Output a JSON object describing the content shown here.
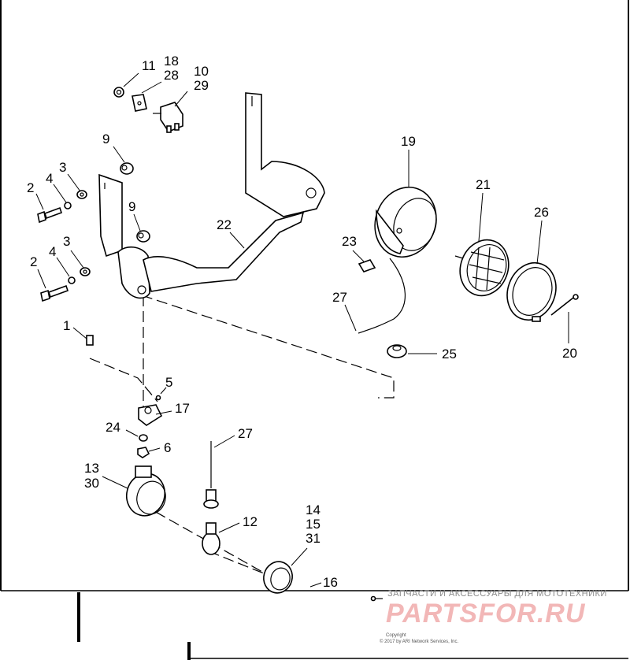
{
  "callouts": {
    "c11": "11",
    "c18": "18",
    "c28": "28",
    "c10": "10",
    "c29": "29",
    "c9a": "9",
    "c9b": "9",
    "c3a": "3",
    "c4a": "4",
    "c2a": "2",
    "c3b": "3",
    "c4b": "4",
    "c2b": "2",
    "c22": "22",
    "c19": "19",
    "c21": "21",
    "c26": "26",
    "c23": "23",
    "c27a": "27",
    "c25": "25",
    "c20": "20",
    "c1": "1",
    "c5": "5",
    "c17": "17",
    "c24": "24",
    "c6": "6",
    "c27b": "27",
    "c13": "13",
    "c30": "30",
    "c12": "12",
    "c14": "14",
    "c15": "15",
    "c31": "31",
    "c16": "16"
  },
  "watermark": {
    "tagline": "ЗАПЧАСТИ И АКСЕССУАРЫ ДЛЯ МОТОТЕХНИКИ",
    "brand": "PARTSFOR.RU"
  },
  "copyright": {
    "line1": "Copyright",
    "line2": "© 2017 by ARI Network Services, Inc."
  },
  "colors": {
    "line": "#000000",
    "background": "#ffffff",
    "watermark_brand": "#f2b7b7",
    "watermark_text": "#8a8a8a"
  }
}
